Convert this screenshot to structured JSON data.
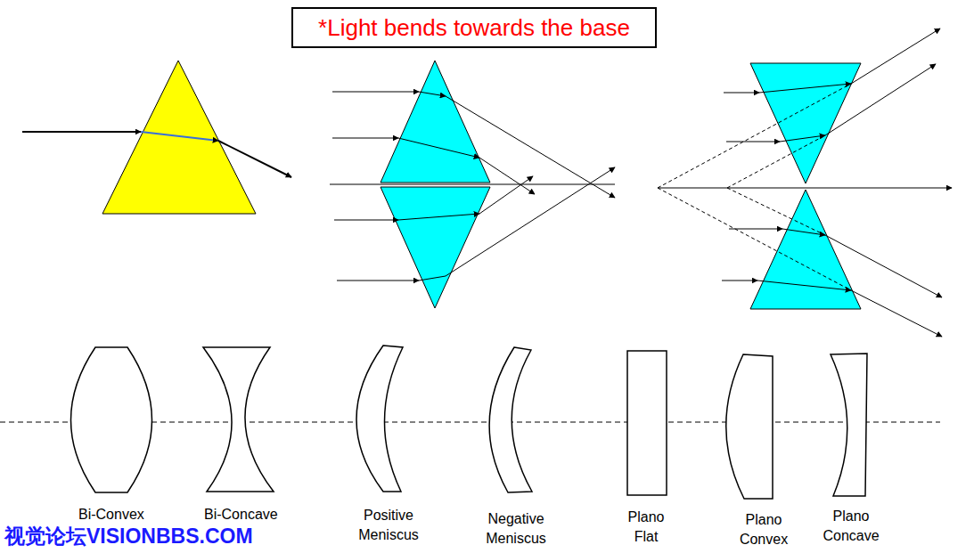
{
  "diagram": {
    "title": "*Light bends towards the base",
    "labels": [
      "Bi-Convex",
      "Bi-Concave",
      "Positive Meniscus",
      "Negative Meniscus",
      "Plano Flat",
      "Plano Convex",
      "Plano Concave",
      "视觉论坛VISIONBBS.COM"
    ]
  }
}
